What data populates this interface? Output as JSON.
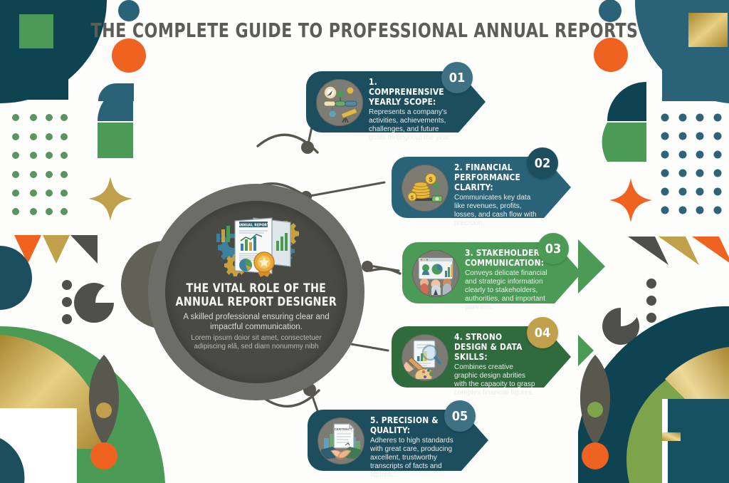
{
  "title": "THE COMPLETE GUIDE TO PROFESSIONAL ANNUAL REPORTS",
  "center": {
    "icon": "annual-report-document-icon",
    "title_line1": "THE VITAL ROLE OF THE",
    "title_line2": "ANNUAL REPORT DESIGNER",
    "subtitle": "A skilled professional ensuring clear and impactful communication.",
    "lorem": "Lorem ipsum doior sit amet, consectetuer adipiscing ʀlã, sed diam nonummy nibh"
  },
  "steps": [
    {
      "number": "01",
      "heading": "1. COMPRENENSIVE YEARLY SCOPE:",
      "body": "Represents a company's activities, achievements, challenges, and future goals throughout the year.",
      "icon": "telescope-compass-icon",
      "color": "#1d4e5e",
      "badge_color": "#3d7183"
    },
    {
      "number": "02",
      "heading": "2. FINANCIAL PERFORMANCE CLARITY:",
      "body": "Communicates key data like revenues, profits, losses, and cash flow with precision.",
      "icon": "coin-stack-scale-icon",
      "color": "#2a6377",
      "badge_color": "#1d4e5e"
    },
    {
      "number": "03",
      "heading": "3. STAKEHOLDER COMMUNICATION:",
      "body": "Conveys delicate financial and strategic information clearly to stakeholders, authorities, and important partners.",
      "icon": "people-presentation-icon",
      "color": "#4b9a55",
      "badge_color": "#4b9a55"
    },
    {
      "number": "04",
      "heading": "4. STRONO DESIGN & DATA SKILLS:",
      "body": "Combines creative graphic design abrities with the capaoity to grasp complex financial figures.",
      "icon": "design-palette-magnifier-icon",
      "color": "#2f6b3c",
      "badge_color": "#c0a04a"
    },
    {
      "number": "05",
      "heading": "5. PRECISION & QUALITY:",
      "body": "Adheres to high standards with great care, producing axcellent, trustworthy transcripts of facts and figures.",
      "icon": "handshake-contract-icon",
      "color": "#1d4e5e",
      "badge_color": "#3d7183"
    }
  ],
  "palette": {
    "dark_teal": "#0e4352",
    "teal": "#2a6377",
    "green": "#4b9a55",
    "dark_green": "#2f6b3c",
    "orange": "#ef6220",
    "gold": "#c0a04a",
    "grey": "#4f504b",
    "background": "#fdfdfc"
  }
}
